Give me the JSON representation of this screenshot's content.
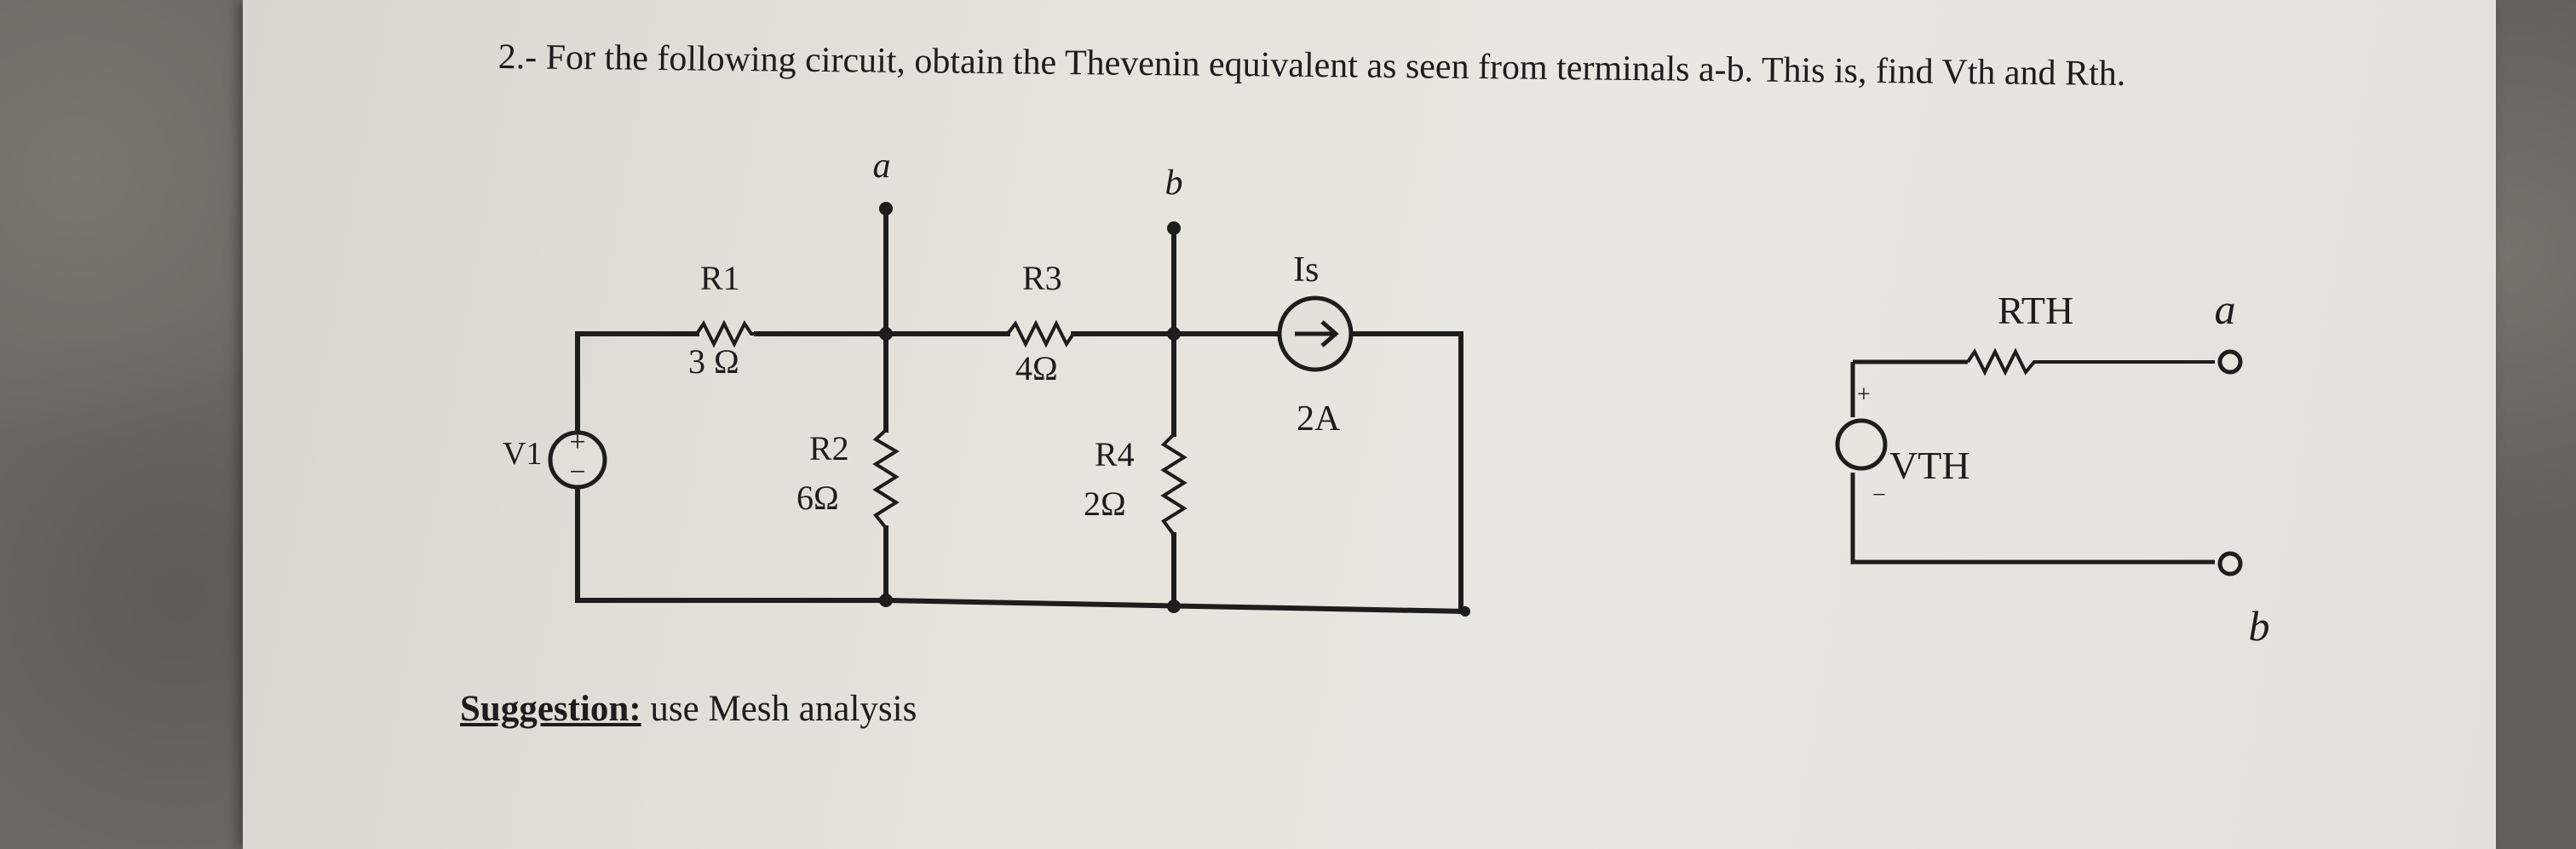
{
  "problem": {
    "text": "2.- For the following circuit, obtain the Thevenin equivalent as seen from terminals  a-b. This is, find Vth and  Rth."
  },
  "suggestion": {
    "label": "Suggestion:",
    "text": " use Mesh analysis"
  },
  "circuit": {
    "source": {
      "name": "V1",
      "plus": "+",
      "minus": "−"
    },
    "r1": {
      "name": "R1",
      "value": "3 Ω"
    },
    "r2": {
      "name": "R2",
      "value": "6Ω"
    },
    "r3": {
      "name": "R3",
      "value": "4Ω"
    },
    "r4": {
      "name": "R4",
      "value": "2Ω"
    },
    "current_source": {
      "name": "Is",
      "value": "2A"
    },
    "terminal_a": "a",
    "terminal_b": "b"
  },
  "equivalent": {
    "rth": "RTH",
    "vth": "VTH",
    "plus": "+",
    "minus": "−",
    "terminal_a": "a",
    "terminal_b": "b"
  }
}
